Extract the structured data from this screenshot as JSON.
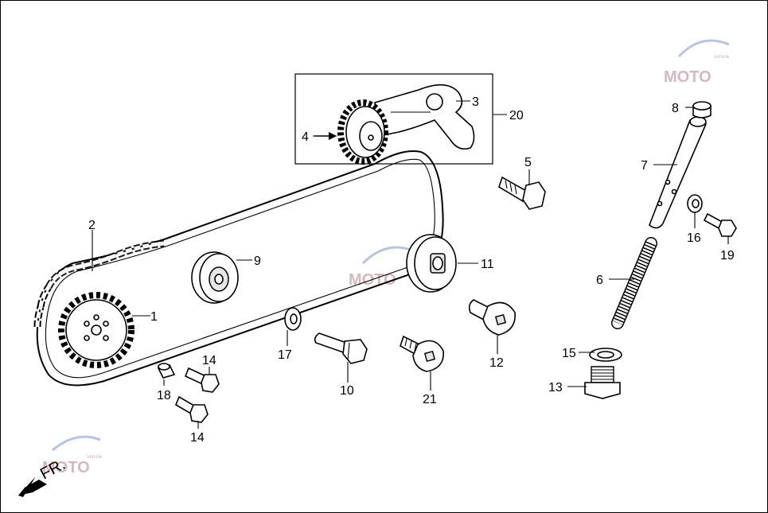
{
  "diagram": {
    "direction_label": "FR.",
    "watermark": {
      "brand": "MOTO",
      "tag": "Vehicle"
    },
    "callouts": [
      {
        "id": "c1",
        "text": "1"
      },
      {
        "id": "c2",
        "text": "2"
      },
      {
        "id": "c3",
        "text": "3"
      },
      {
        "id": "c4",
        "text": "4"
      },
      {
        "id": "c5",
        "text": "5"
      },
      {
        "id": "c6",
        "text": "6"
      },
      {
        "id": "c7",
        "text": "7"
      },
      {
        "id": "c8",
        "text": "8"
      },
      {
        "id": "c9",
        "text": "9"
      },
      {
        "id": "c10",
        "text": "10"
      },
      {
        "id": "c11",
        "text": "11"
      },
      {
        "id": "c12",
        "text": "12"
      },
      {
        "id": "c13",
        "text": "13"
      },
      {
        "id": "c14a",
        "text": "14"
      },
      {
        "id": "c14b",
        "text": "14"
      },
      {
        "id": "c15",
        "text": "15"
      },
      {
        "id": "c16",
        "text": "16"
      },
      {
        "id": "c17",
        "text": "17"
      },
      {
        "id": "c18",
        "text": "18"
      },
      {
        "id": "c19",
        "text": "19"
      },
      {
        "id": "c20",
        "text": "20"
      },
      {
        "id": "c21",
        "text": "21"
      }
    ],
    "colors": {
      "line": "#000000",
      "background": "#ffffff",
      "watermark": "#c9a0a8"
    }
  }
}
